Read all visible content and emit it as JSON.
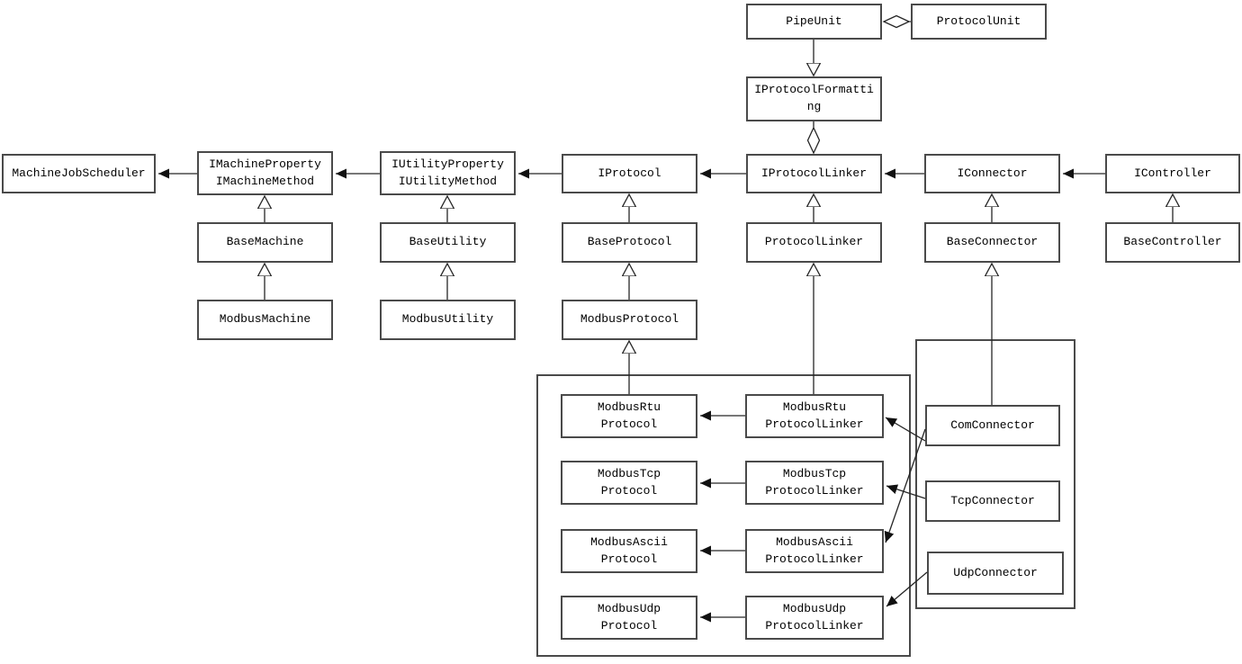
{
  "diagram": {
    "type": "uml-class-diagram",
    "colors": {
      "background": "#ffffff",
      "box_border": "#4a4a4a",
      "text": "#000000",
      "line": "#262626"
    }
  },
  "nodes": {
    "pipe_unit": {
      "label": "PipeUnit"
    },
    "protocol_unit": {
      "label": "ProtocolUnit"
    },
    "iprotocol_formatting": {
      "label": "IProtocolFormatti\nng"
    },
    "machine_job_scheduler": {
      "label": "MachineJobScheduler"
    },
    "imachine_property": {
      "label": "IMachineProperty\nIMachineMethod"
    },
    "iutility_property": {
      "label": "IUtilityProperty\nIUtilityMethod"
    },
    "iprotocol": {
      "label": "IProtocol"
    },
    "iprotocol_linker": {
      "label": "IProtocolLinker"
    },
    "iconnector": {
      "label": "IConnector"
    },
    "icontroller": {
      "label": "IController"
    },
    "base_machine": {
      "label": "BaseMachine"
    },
    "base_utility": {
      "label": "BaseUtility"
    },
    "base_protocol": {
      "label": "BaseProtocol"
    },
    "protocol_linker": {
      "label": "ProtocolLinker"
    },
    "base_connector": {
      "label": "BaseConnector"
    },
    "base_controller": {
      "label": "BaseController"
    },
    "modbus_machine": {
      "label": "ModbusMachine"
    },
    "modbus_utility": {
      "label": "ModbusUtility"
    },
    "modbus_protocol": {
      "label": "ModbusProtocol"
    },
    "modbus_rtu_protocol": {
      "label": "ModbusRtu\nProtocol"
    },
    "modbus_tcp_protocol": {
      "label": "ModbusTcp\nProtocol"
    },
    "modbus_ascii_protocol": {
      "label": "ModbusAscii\nProtocol"
    },
    "modbus_udp_protocol": {
      "label": "ModbusUdp\nProtocol"
    },
    "modbus_rtu_protocol_linker": {
      "label": "ModbusRtu\nProtocolLinker"
    },
    "modbus_tcp_protocol_linker": {
      "label": "ModbusTcp\nProtocolLinker"
    },
    "modbus_ascii_protocol_linker": {
      "label": "ModbusAscii\nProtocolLinker"
    },
    "modbus_udp_protocol_linker": {
      "label": "ModbusUdp\nProtocolLinker"
    },
    "com_connector": {
      "label": "ComConnector"
    },
    "tcp_connector": {
      "label": "TcpConnector"
    },
    "udp_connector": {
      "label": "UdpConnector"
    }
  },
  "edges": [
    {
      "from": "ProtocolUnit",
      "to": "PipeUnit",
      "type": "aggregation"
    },
    {
      "from": "PipeUnit",
      "to": "IProtocolFormatting",
      "type": "generalization"
    },
    {
      "from": "IProtocolFormatting",
      "to": "IProtocolLinker",
      "type": "aggregation"
    },
    {
      "from": "IMachineProperty/IMachineMethod",
      "to": "MachineJobScheduler",
      "type": "association"
    },
    {
      "from": "IUtilityProperty/IUtilityMethod",
      "to": "IMachineProperty/IMachineMethod",
      "type": "association"
    },
    {
      "from": "IProtocol",
      "to": "IUtilityProperty/IUtilityMethod",
      "type": "association"
    },
    {
      "from": "IProtocolLinker",
      "to": "IProtocol",
      "type": "association"
    },
    {
      "from": "IConnector",
      "to": "IProtocolLinker",
      "type": "association"
    },
    {
      "from": "IController",
      "to": "IConnector",
      "type": "association"
    },
    {
      "from": "BaseMachine",
      "to": "IMachineProperty/IMachineMethod",
      "type": "generalization"
    },
    {
      "from": "BaseUtility",
      "to": "IUtilityProperty/IUtilityMethod",
      "type": "generalization"
    },
    {
      "from": "BaseProtocol",
      "to": "IProtocol",
      "type": "generalization"
    },
    {
      "from": "ProtocolLinker",
      "to": "IProtocolLinker",
      "type": "generalization"
    },
    {
      "from": "BaseConnector",
      "to": "IConnector",
      "type": "generalization"
    },
    {
      "from": "BaseController",
      "to": "IController",
      "type": "generalization"
    },
    {
      "from": "ModbusMachine",
      "to": "BaseMachine",
      "type": "generalization"
    },
    {
      "from": "ModbusUtility",
      "to": "BaseUtility",
      "type": "generalization"
    },
    {
      "from": "ModbusProtocol",
      "to": "BaseProtocol",
      "type": "generalization"
    },
    {
      "from": "ModbusRtuProtocol",
      "to": "ModbusProtocol",
      "type": "generalization"
    },
    {
      "from": "ModbusRtuProtocolLinker",
      "to": "ProtocolLinker",
      "type": "generalization"
    },
    {
      "from": "ComConnector",
      "to": "BaseConnector",
      "type": "generalization"
    },
    {
      "from": "ModbusRtuProtocolLinker",
      "to": "ModbusRtuProtocol",
      "type": "association"
    },
    {
      "from": "ModbusTcpProtocolLinker",
      "to": "ModbusTcpProtocol",
      "type": "association"
    },
    {
      "from": "ModbusAsciiProtocolLinker",
      "to": "ModbusAsciiProtocol",
      "type": "association"
    },
    {
      "from": "ModbusUdpProtocolLinker",
      "to": "ModbusUdpProtocol",
      "type": "association"
    },
    {
      "from": "ComConnector",
      "to": "ModbusRtuProtocolLinker",
      "type": "association"
    },
    {
      "from": "ComConnector",
      "to": "ModbusAsciiProtocolLinker",
      "type": "association"
    },
    {
      "from": "TcpConnector",
      "to": "ModbusTcpProtocolLinker",
      "type": "association"
    },
    {
      "from": "UdpConnector",
      "to": "ModbusUdpProtocolLinker",
      "type": "association"
    }
  ]
}
